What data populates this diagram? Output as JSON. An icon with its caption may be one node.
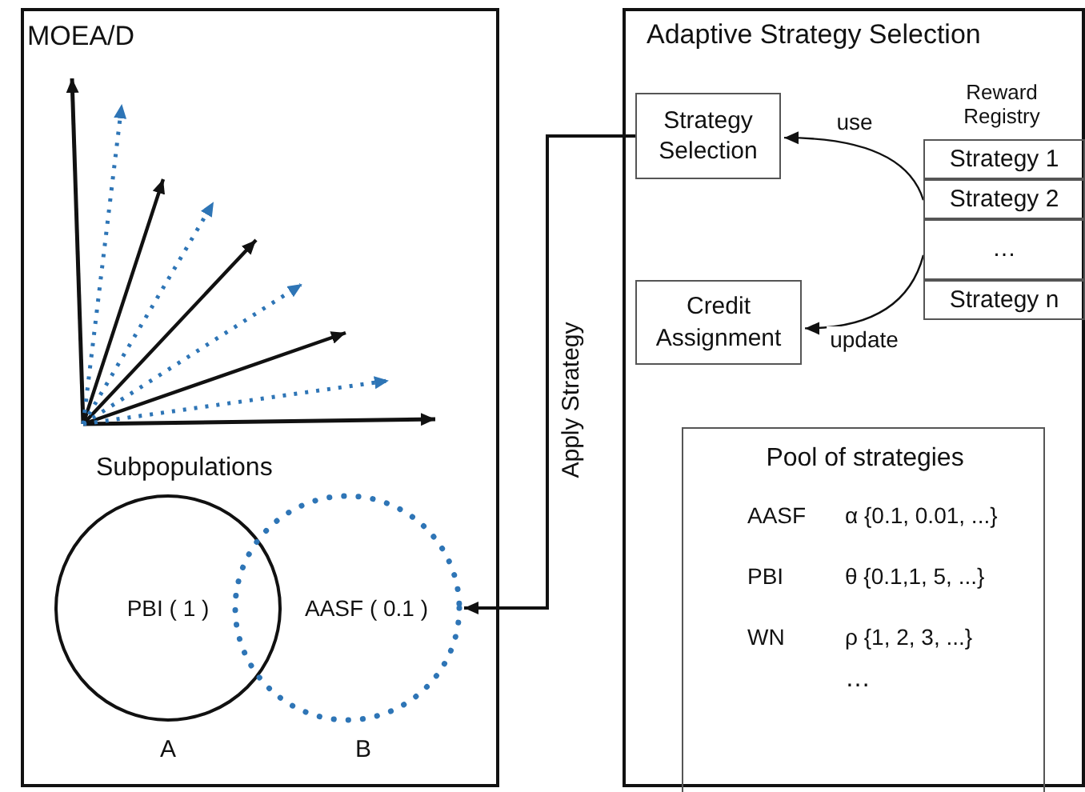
{
  "diagram": {
    "nodes": [
      {
        "text": [
          "MOEA/D"
        ]
      },
      {
        "text": [
          "PBI ( 1 )"
        ],
        "beside": [
          "A"
        ],
        "in": 0
      },
      {
        "text": [
          "AASF ( 0.1 )"
        ],
        "beside": [
          "B"
        ],
        "in": 0
      },
      {
        "text": [
          "Adaptive Strategy Selection"
        ]
      },
      {
        "text": [
          "Strategy Selection"
        ],
        "in": 3
      },
      {
        "text": [
          "Credit Assignment"
        ],
        "in": 3
      },
      {
        "text": [
          "Reward Registry"
        ],
        "in": 3
      },
      {
        "text": [
          "Strategy 1"
        ],
        "in": 6
      },
      {
        "text": [
          "Strategy 2"
        ],
        "in": 6
      },
      {
        "text": [
          "…"
        ],
        "in": 6
      },
      {
        "text": [
          "Strategy n"
        ],
        "in": 6
      },
      {
        "text": [
          "Pool of strategies",
          "AASF",
          "α {0.1, 0.01, ...}",
          "PBI",
          "θ {0.1,1, 5, ...}",
          "WN",
          "ρ {1, 2, 3, ...}",
          "…"
        ],
        "in": 3
      }
    ],
    "edges": [
      {
        "from": 4,
        "to": 2,
        "arrow": "to",
        "label": "Apply Strategy"
      },
      {
        "from": 6,
        "to": 4,
        "arrow": "to",
        "label": "use"
      },
      {
        "from": 6,
        "to": 5,
        "arrow": "to",
        "label": "update"
      }
    ],
    "labels": [
      "Subpopulations"
    ]
  }
}
